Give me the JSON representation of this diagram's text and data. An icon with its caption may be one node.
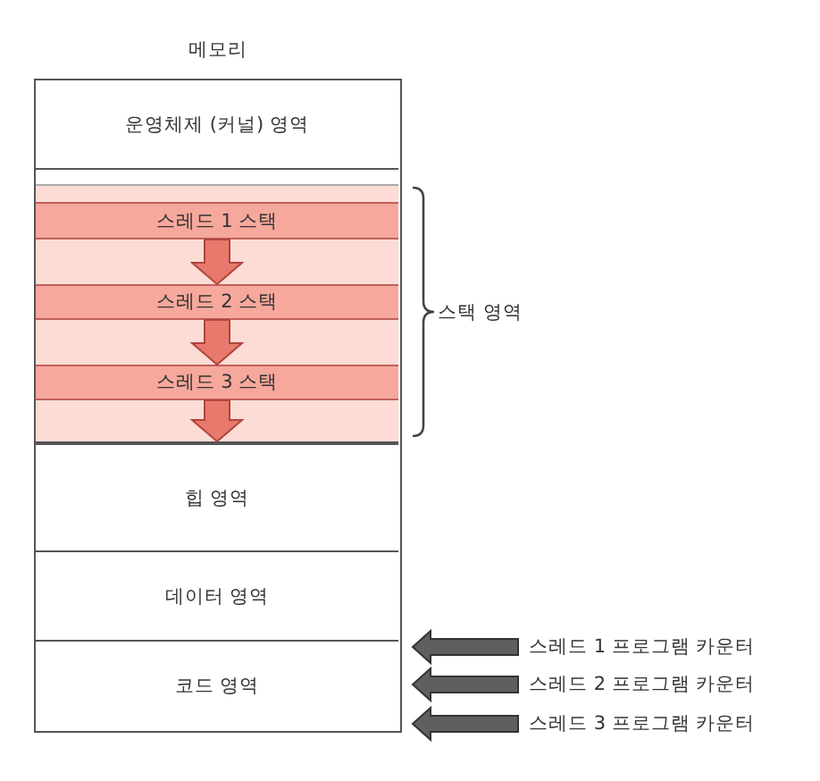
{
  "diagram": {
    "nodes": [
      {
        "text": [
          "메모리"
        ]
      },
      {
        "text": [
          "운영체제 (커널) 영역"
        ],
        "in": 0
      },
      {
        "text": [],
        "shape": "box",
        "in": 0,
        "beside": [
          "스택 영역"
        ]
      },
      {
        "text": [
          "스레드 1 스택"
        ],
        "in": 2
      },
      {
        "text": [
          "스레드 2 스택"
        ],
        "in": 2
      },
      {
        "text": [
          "스레드 3 스택"
        ],
        "in": 2
      },
      {
        "text": [
          "힙 영역"
        ],
        "in": 0
      },
      {
        "text": [
          "데이터 영역"
        ],
        "in": 0
      },
      {
        "text": [
          "코드 영역"
        ],
        "in": 0
      },
      {
        "text": [
          "스레드 1 프로그램 카운터"
        ]
      },
      {
        "text": [
          "스레드 2 프로그램 카운터"
        ]
      },
      {
        "text": [
          "스레드 3 프로그램 카운터"
        ]
      }
    ],
    "edges": [
      {
        "from": 3,
        "to": 4,
        "arrow": "to",
        "color": "#e8796d"
      },
      {
        "from": 4,
        "to": 5,
        "arrow": "to",
        "color": "#e8796d"
      },
      {
        "from": 5,
        "to": null,
        "arrow": "to",
        "color": "#e8796d"
      },
      {
        "from": 9,
        "to": 8,
        "arrow": "to",
        "color": "#5f5f5f"
      },
      {
        "from": 10,
        "to": 8,
        "arrow": "to",
        "color": "#5f5f5f"
      },
      {
        "from": 11,
        "to": 8,
        "arrow": "to",
        "color": "#5f5f5f"
      }
    ]
  }
}
